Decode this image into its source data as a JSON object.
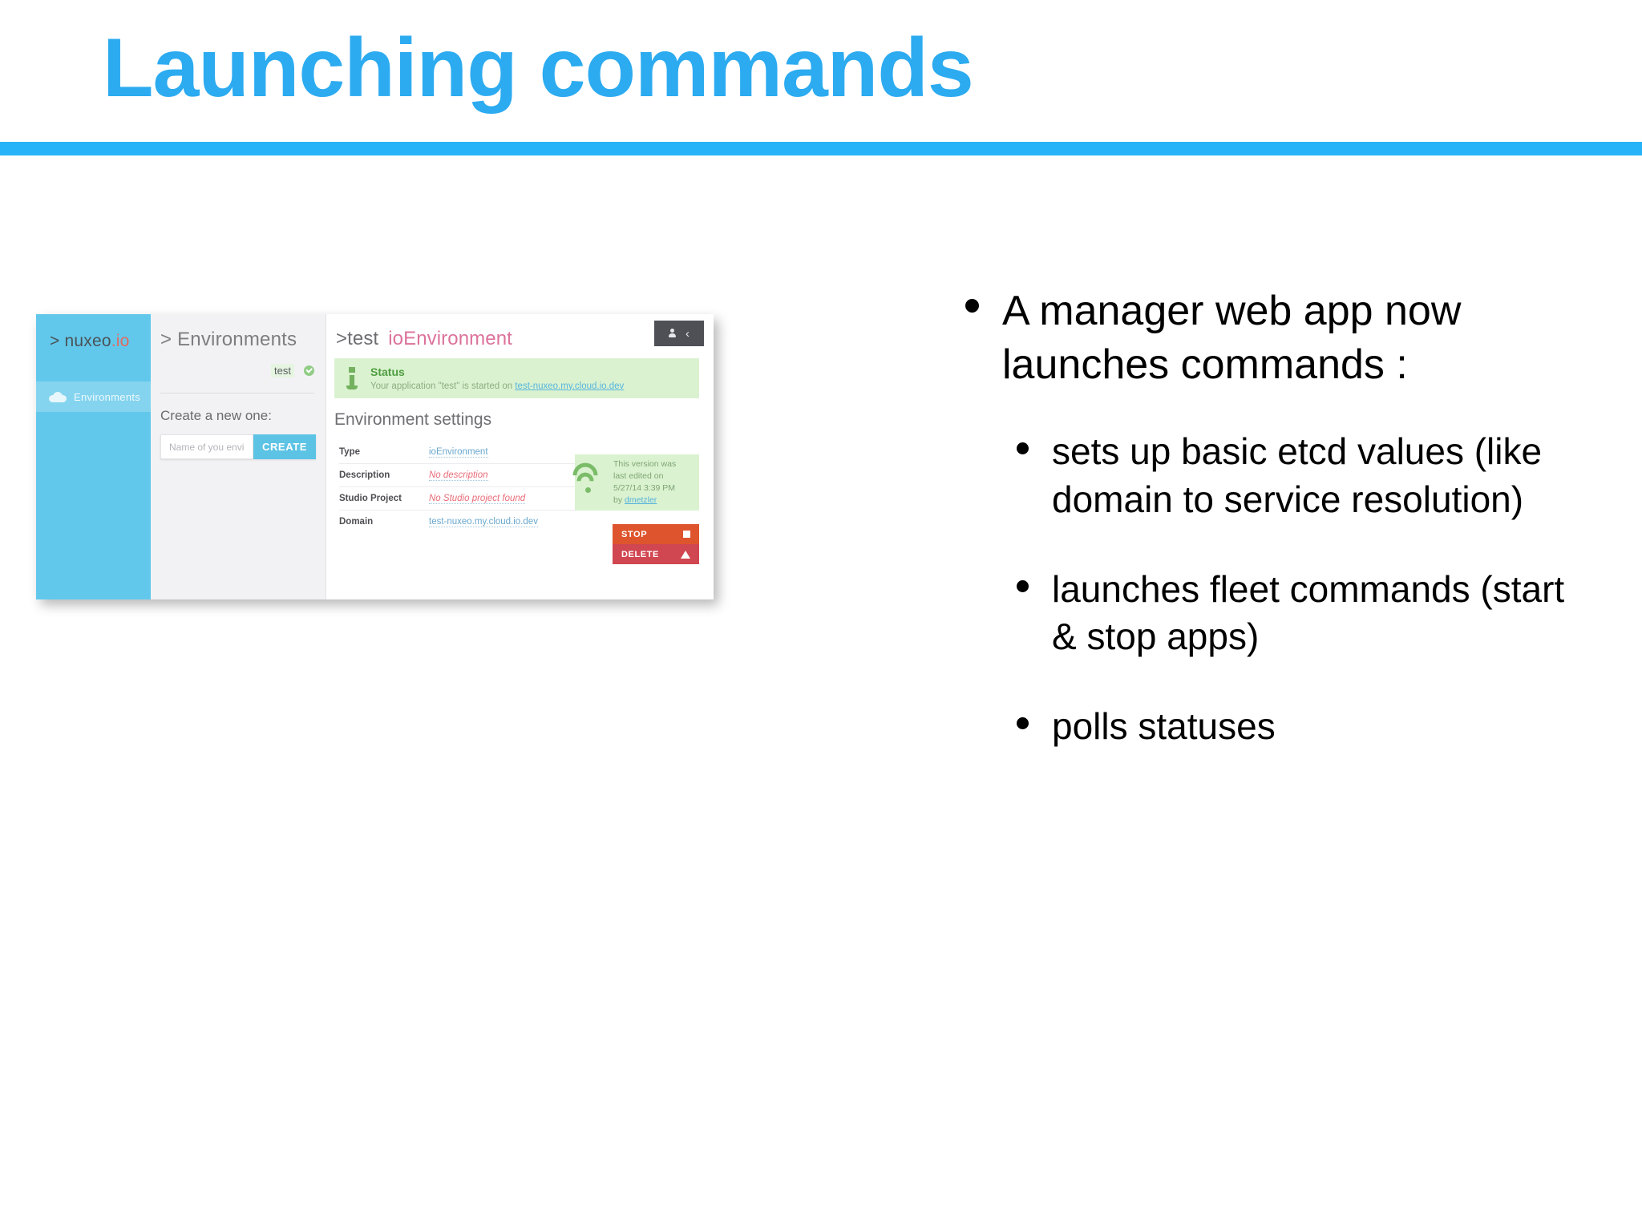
{
  "slide": {
    "title": "Launching commands",
    "accent_color": "#2cabf0",
    "rule_color": "#26b3f7"
  },
  "bullets": {
    "main": "A  manager web app now launches commands :",
    "sub": [
      "sets up basic etcd values (like domain to service resolution)",
      "launches fleet commands (start & stop apps)",
      "polls statuses"
    ]
  },
  "app_screenshot": {
    "sidebar": {
      "logo_prefix": "> nuxeo",
      "logo_suffix": ".io",
      "nav_items": [
        {
          "label": "Environments",
          "icon": "cloud-icon",
          "active": true
        }
      ]
    },
    "middle": {
      "header": "> Environments",
      "env_list": [
        {
          "name": "test",
          "status": "ok"
        }
      ],
      "create_label": "Create a new one:",
      "create_input_placeholder": "Name of you envi",
      "create_button": "CREATE"
    },
    "main": {
      "header_prefix": ">test",
      "header_title": "ioEnvironment",
      "header_buttons": [
        "person-icon",
        "chevron-left-icon"
      ],
      "status": {
        "title": "Status",
        "message_prefix": "Your application \"test\" is started on ",
        "link": "test-nuxeo.my.cloud.io.dev"
      },
      "settings_title": "Environment settings",
      "settings_rows": [
        {
          "key": "Type",
          "value": "ioEnvironment",
          "muted": false
        },
        {
          "key": "Description",
          "value": "No description",
          "muted": true
        },
        {
          "key": "Studio Project",
          "value": "No Studio project found",
          "muted": true
        },
        {
          "key": "Domain",
          "value": "test-nuxeo.my.cloud.io.dev",
          "muted": false
        }
      ],
      "version_box": {
        "line1": "This version was",
        "line2": "last edited on",
        "line3": "5/27/14 3:39 PM",
        "line4_prefix": "by ",
        "author": "dmetzler"
      },
      "actions": [
        {
          "label": "STOP",
          "icon": "square-icon",
          "color": "#e4542a"
        },
        {
          "label": "DELETE",
          "icon": "warning-icon",
          "color": "#d64450"
        }
      ]
    }
  }
}
